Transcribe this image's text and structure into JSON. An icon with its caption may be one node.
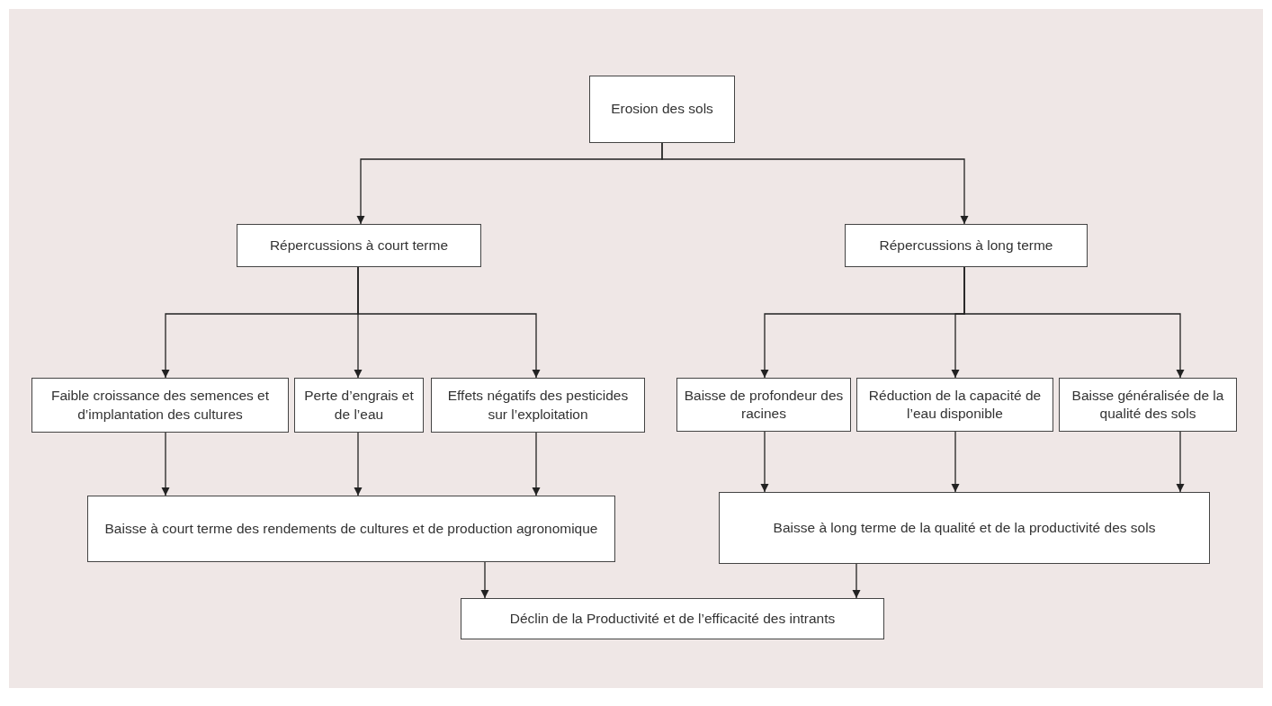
{
  "diagram": {
    "nodes": [
      {
        "text": [
          "Erosion des sols"
        ]
      },
      {
        "text": [
          "Répercussions à court terme"
        ]
      },
      {
        "text": [
          "Répercussions à long terme"
        ]
      },
      {
        "text": [
          "Faible croissance des semences et d’implantation des cultures"
        ]
      },
      {
        "text": [
          "Perte d’engrais et de l’eau"
        ]
      },
      {
        "text": [
          "Effets négatifs des pesticides sur l’exploitation"
        ]
      },
      {
        "text": [
          "Baisse de profondeur des racines"
        ]
      },
      {
        "text": [
          "Réduction de la capacité de l’eau disponible"
        ]
      },
      {
        "text": [
          "Baisse généralisée de la qualité des sols"
        ]
      },
      {
        "text": [
          "Baisse à court terme des rendements de cultures et de production agronomique"
        ]
      },
      {
        "text": [
          "Baisse à long terme de la qualité et de la productivité des sols"
        ]
      },
      {
        "text": [
          "Déclin de la Productivité et de l’efficacité des intrants"
        ]
      }
    ],
    "edges": [
      {
        "from": 0,
        "to": 1,
        "arrow": "to"
      },
      {
        "from": 0,
        "to": 2,
        "arrow": "to"
      },
      {
        "from": 1,
        "to": 3,
        "arrow": "to"
      },
      {
        "from": 1,
        "to": 4,
        "arrow": "to"
      },
      {
        "from": 1,
        "to": 5,
        "arrow": "to"
      },
      {
        "from": 2,
        "to": 6,
        "arrow": "to"
      },
      {
        "from": 2,
        "to": 7,
        "arrow": "to"
      },
      {
        "from": 2,
        "to": 8,
        "arrow": "to"
      },
      {
        "from": 3,
        "to": 9,
        "arrow": "to"
      },
      {
        "from": 4,
        "to": 9,
        "arrow": "to"
      },
      {
        "from": 5,
        "to": 9,
        "arrow": "to"
      },
      {
        "from": 6,
        "to": 10,
        "arrow": "to"
      },
      {
        "from": 7,
        "to": 10,
        "arrow": "to"
      },
      {
        "from": 8,
        "to": 10,
        "arrow": "to"
      },
      {
        "from": 9,
        "to": 11,
        "arrow": "to"
      },
      {
        "from": 10,
        "to": 11,
        "arrow": "to"
      }
    ]
  }
}
